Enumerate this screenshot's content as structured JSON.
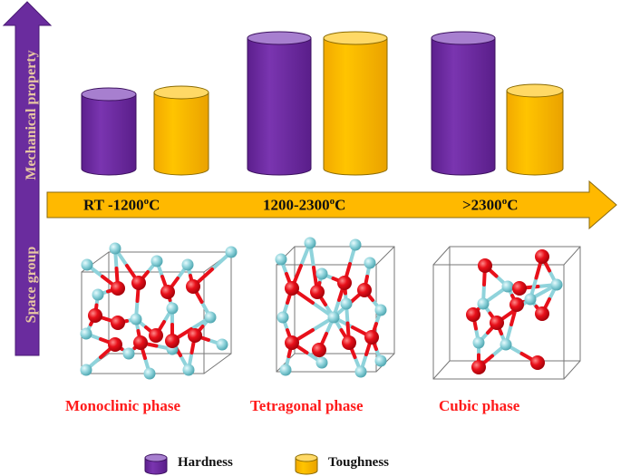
{
  "axes": {
    "vertical_top": "Mechanical property",
    "vertical_bottom": "Space group"
  },
  "temperatures": [
    {
      "text": "RT  -1200",
      "sup": "o",
      "unit": "C"
    },
    {
      "text": "1200-2300",
      "sup": "o",
      "unit": "C"
    },
    {
      "text": ">2300",
      "sup": "o",
      "unit": "C"
    }
  ],
  "phases": [
    "Monoclinic phase",
    "Tetragonal phase",
    "Cubic phase"
  ],
  "legend": [
    {
      "label": "Hardness",
      "color": "#7030a0"
    },
    {
      "label": "Toughness",
      "color": "#ffc000"
    }
  ],
  "colors": {
    "arrow": "#ffb900",
    "vertical_arrow": "#6a2c9e",
    "atom_red": "#e8101a",
    "atom_cyan": "#8fd3db",
    "phase_text": "#ff1a1a"
  }
}
